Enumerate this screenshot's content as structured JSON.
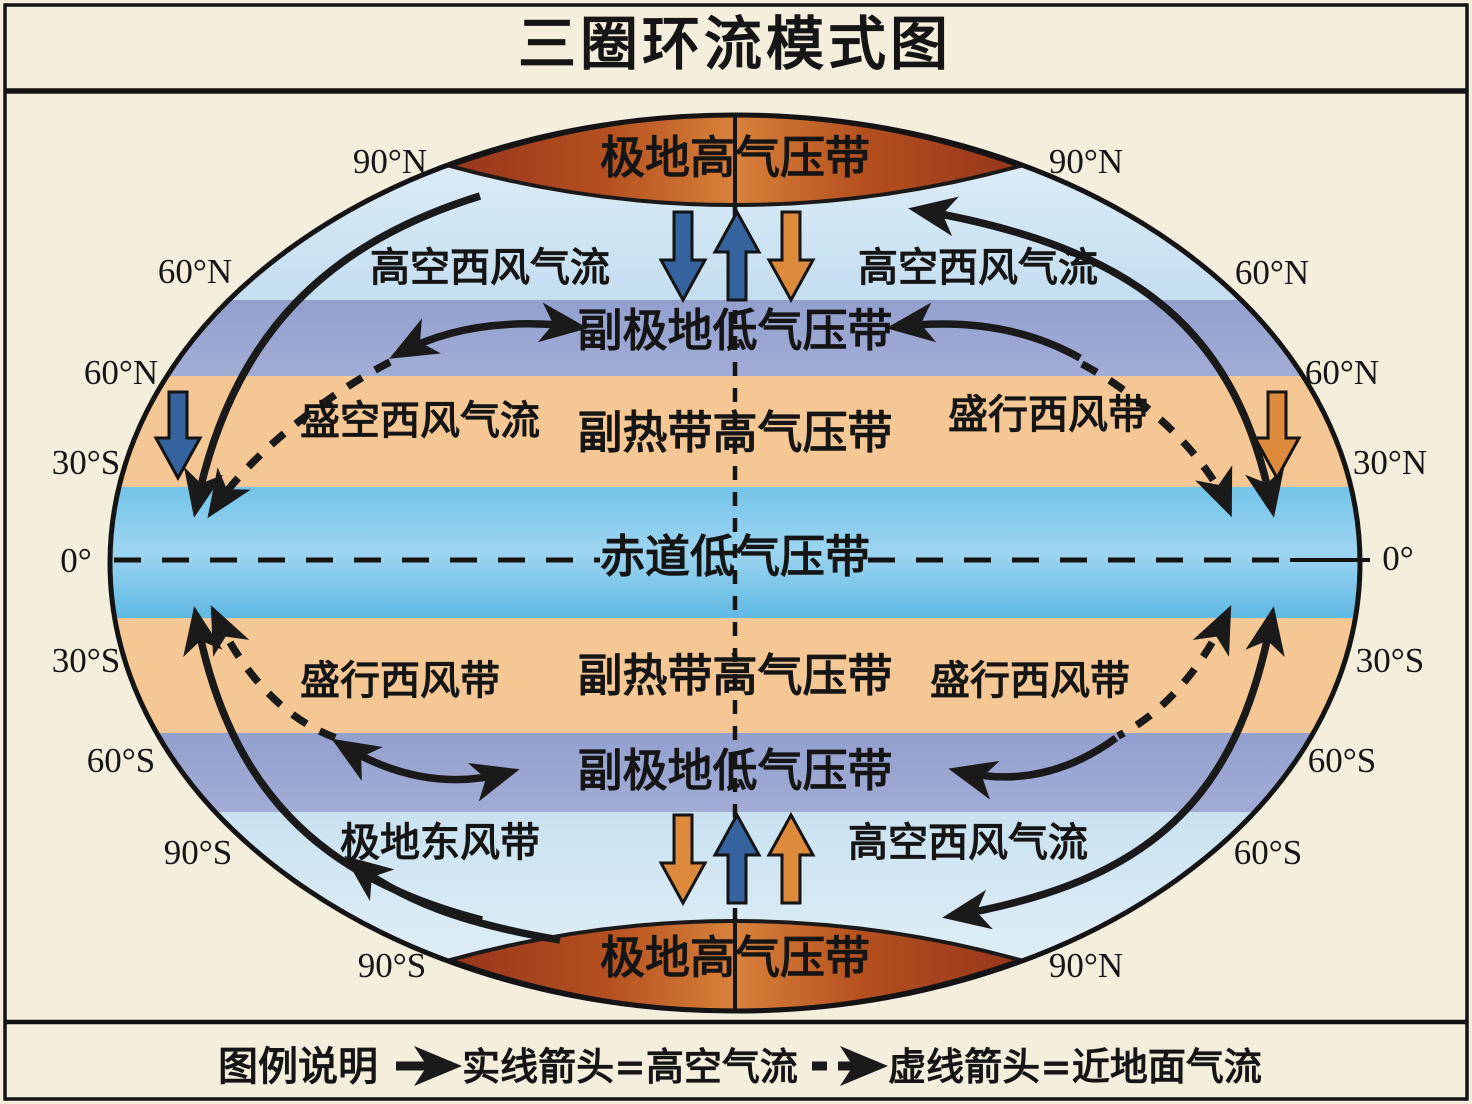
{
  "title": "三圈环流模式图",
  "belts": {
    "polar_top": "极地高气压带",
    "subpolar_north": "副极地低气压带",
    "subtropical_north": "副热带高气压带",
    "equatorial": "赤道低气压带",
    "subtropical_south": "副热带高气压带",
    "subpolar_south": "副极地低气压带",
    "polar_bottom": "极地高气压带"
  },
  "winds": {
    "upper_westerly_nw": "高空西风气流",
    "upper_westerly_ne": "高空西风气流",
    "upper_westerly_w": "盛空西风气流",
    "westerly_belt_e": "盛行西风带",
    "westerly_belt_sw": "盛行西风带",
    "westerly_belt_se": "盛行西风带",
    "polar_easterly_s": "极地东风带",
    "upper_westerly_sse": "高空西风气流"
  },
  "latitudes": {
    "left": [
      "90°N",
      "60°N",
      "60°N",
      "30°S",
      "0°",
      "30°S",
      "60°S",
      "90°S",
      "90°S"
    ],
    "right": [
      "90°N",
      "60°N",
      "60°N",
      "30°N",
      "0°",
      "30°S",
      "60°S",
      "60°S",
      "90°N"
    ]
  },
  "legend": {
    "heading": "图例说明",
    "solid_label": "实线箭头=高空气流",
    "dashed_label": "虚线箭头=近地面气流"
  },
  "colors": {
    "background": "#f4efdc",
    "polar_cap_dark": "#9b371c",
    "polar_cap_light": "#d8823b",
    "band_light_blue": "#d5e8f3",
    "band_subpolar_purple": "#98a4d1",
    "band_subtropical_orange": "#f4c795",
    "band_equatorial_blue": "#7cc7ea",
    "arrow_blue": "#35639d",
    "arrow_orange": "#dd8a3c",
    "line_black": "#1a1a1a"
  }
}
